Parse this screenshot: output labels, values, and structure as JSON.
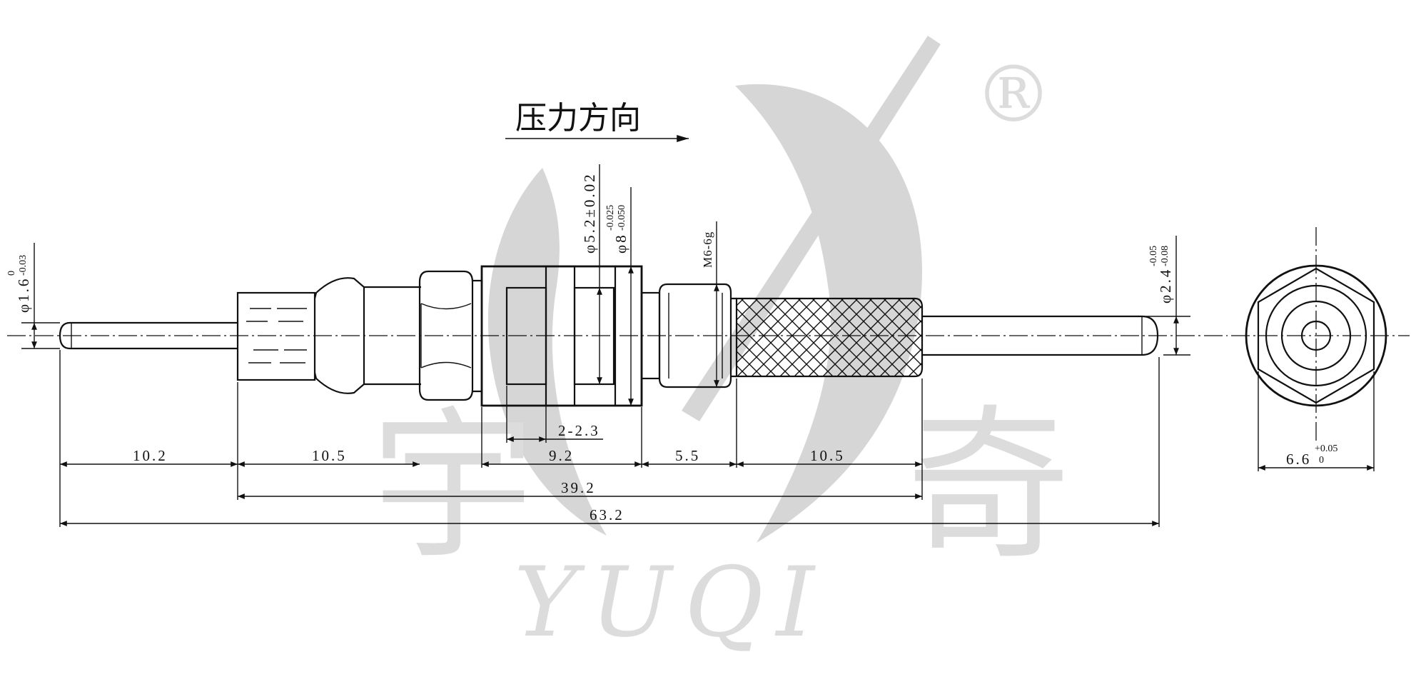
{
  "annotation": {
    "force_direction": "压力方向"
  },
  "dimensions": {
    "total_length": "63.2",
    "body_length": "39.2",
    "pin_length": "10.2",
    "sleeve_length": "10.5",
    "housing_length": "9.2",
    "thread_length": "5.5",
    "knurl_length": "10.5",
    "groove_width": "2-2.3",
    "flat_width": "6.6"
  },
  "diameters": {
    "pin_diameter": "φ1.6",
    "center_diameter": "φ5.2±0.02",
    "outer_diameter": "φ8",
    "thread": "M6-6g",
    "tip_diameter": "φ2.4"
  },
  "tolerances": {
    "pin_upper": "0",
    "pin_lower": "-0.03",
    "outer_upper": "-0.025",
    "outer_lower": "-0.050",
    "tip_upper": "-0.05",
    "tip_lower": "-0.08",
    "flat_upper": "+0.05",
    "flat_lower": "0"
  },
  "watermark": {
    "char_left": "宇",
    "char_right": "奇",
    "brand_script": "YUQI",
    "registered_mark": "®"
  },
  "colors": {
    "line": "#111111",
    "watermark": "#d6d6d6"
  }
}
